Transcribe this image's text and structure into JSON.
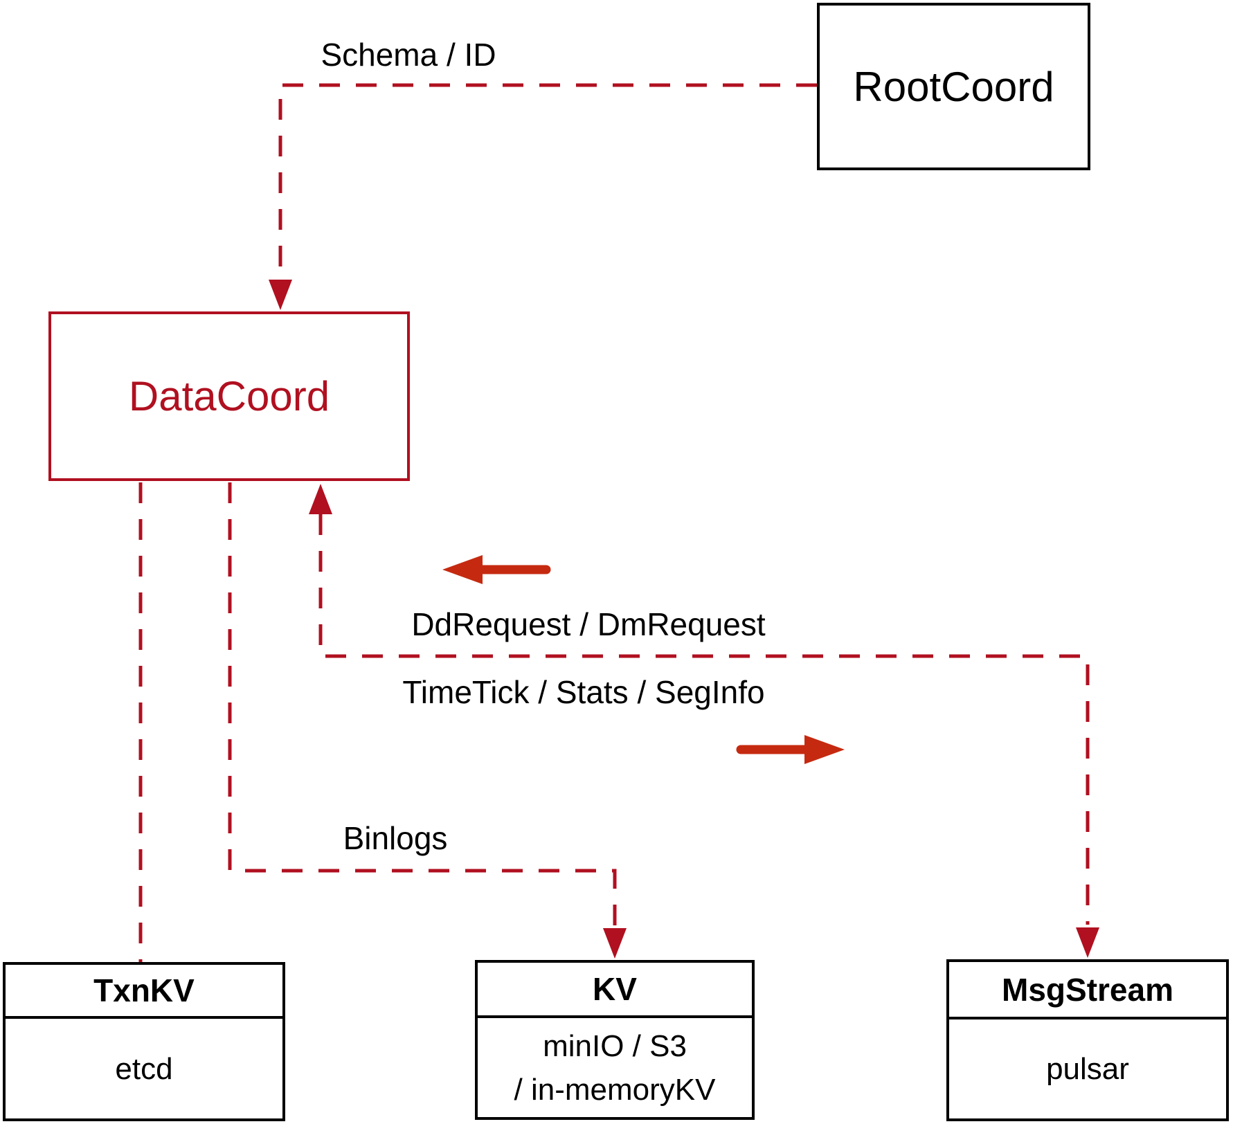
{
  "nodes": {
    "rootcoord": {
      "label": "RootCoord"
    },
    "datacoord": {
      "label": "DataCoord"
    },
    "txnkv": {
      "title": "TxnKV",
      "body": "etcd"
    },
    "kv": {
      "title": "KV",
      "body_line1": "minIO / S3",
      "body_line2": "/ in-memoryKV"
    },
    "msgstream": {
      "title": "MsgStream",
      "body": "pulsar"
    }
  },
  "edge_labels": {
    "schema_id": "Schema / ID",
    "dd_request": "DdRequest / DmRequest",
    "time_tick": "TimeTick / Stats / SegInfo",
    "binlogs": "Binlogs"
  },
  "colors": {
    "dashed_red": "#b01020",
    "solid_arrow_red": "#c52a10",
    "box_black": "#000000",
    "bg": "#ffffff"
  }
}
